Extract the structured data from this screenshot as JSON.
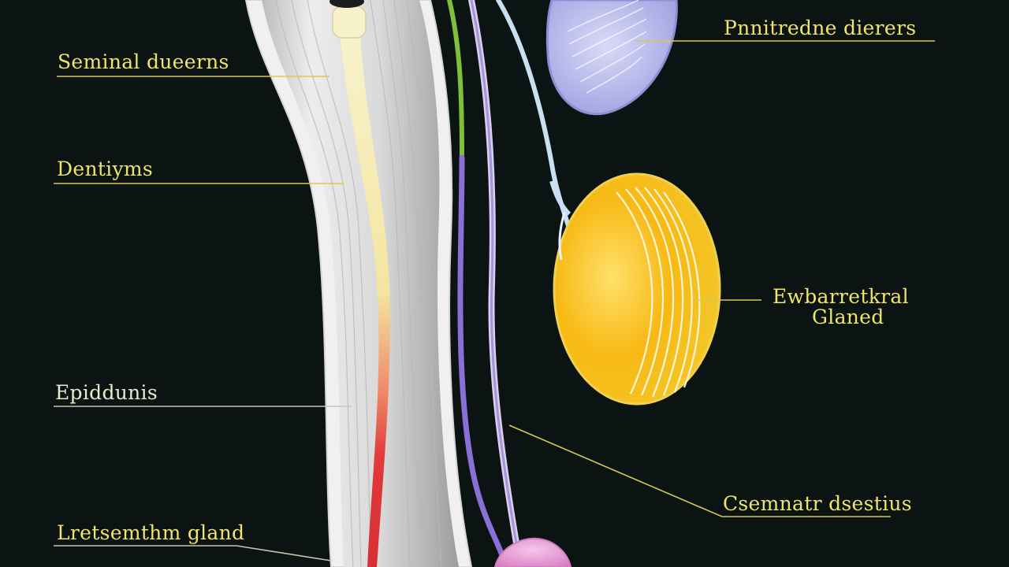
{
  "colors": {
    "background": "#0b1313",
    "label_yellow": "#f1e46a",
    "label_pale": "#ece9cf",
    "leader_yellow": "#d9c84f",
    "leader_pale": "#c9c6b0",
    "tissue_grey": "#e4e4e4",
    "duct_yellow": "#f6eeb8",
    "duct_red": "#e23a3a",
    "vessel_purple": "#8a6fd6",
    "vessel_green": "#7fbf3a",
    "gland_yellow": "#f7c21c",
    "gland_blue": "#b6b8ec",
    "gland_pink": "#e99ad6"
  },
  "labels": {
    "seminal_ducts": "Seminal dueerns",
    "top_right": "Pnnitredne dierers",
    "left_middle": "Dentiyms",
    "gland_line1": "Ewbarretkral",
    "gland_line2": "Glaned",
    "epididymis": "Epiddunis",
    "bottom_right": "Csemnatr dsestius",
    "bottom_left": "Lretsemthm gland"
  },
  "icons": {
    "structure_1": "spermatic-cord-illustration",
    "structure_2": "yellow-gland-illustration",
    "structure_3": "blue-gland-illustration",
    "structure_4": "pink-gland-illustration"
  }
}
